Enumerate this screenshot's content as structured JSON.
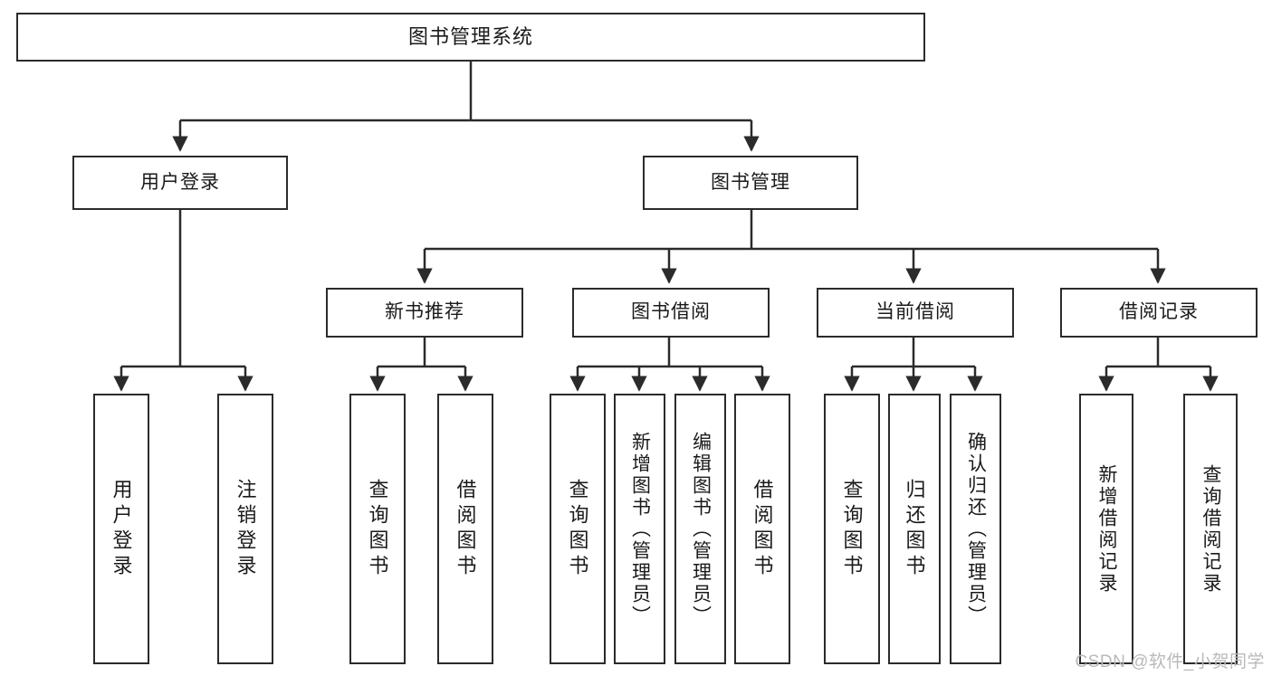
{
  "diagram": {
    "type": "tree-hierarchy",
    "title": "图书管理系统",
    "root": {
      "id": "root",
      "label": "图书管理系统",
      "orientation": "horizontal"
    },
    "level2": [
      {
        "id": "user-login",
        "label": "用户登录",
        "orientation": "horizontal"
      },
      {
        "id": "book-manage",
        "label": "图书管理",
        "orientation": "horizontal"
      }
    ],
    "level3": [
      {
        "id": "new-book-recommend",
        "label": "新书推荐",
        "orientation": "horizontal",
        "parent": "book-manage"
      },
      {
        "id": "book-borrow",
        "label": "图书借阅",
        "orientation": "horizontal",
        "parent": "book-manage"
      },
      {
        "id": "current-borrow",
        "label": "当前借阅",
        "orientation": "horizontal",
        "parent": "book-manage"
      },
      {
        "id": "borrow-record",
        "label": "借阅记录",
        "orientation": "horizontal",
        "parent": "book-manage"
      }
    ],
    "leaves": [
      {
        "id": "leaf-user-login",
        "label": "用户登录",
        "orientation": "vertical",
        "parent": "user-login"
      },
      {
        "id": "leaf-user-logout",
        "label": "注销登录",
        "orientation": "vertical",
        "parent": "user-login"
      },
      {
        "id": "leaf-query-book-1",
        "label": "查询图书",
        "orientation": "vertical",
        "parent": "new-book-recommend"
      },
      {
        "id": "leaf-borrow-book-1",
        "label": "借阅图书",
        "orientation": "vertical",
        "parent": "new-book-recommend"
      },
      {
        "id": "leaf-query-book-2",
        "label": "查询图书",
        "orientation": "vertical",
        "parent": "book-borrow"
      },
      {
        "id": "leaf-add-book",
        "label": "新增图书（管理员）",
        "orientation": "vertical",
        "parent": "book-borrow"
      },
      {
        "id": "leaf-edit-book",
        "label": "编辑图书（管理员）",
        "orientation": "vertical",
        "parent": "book-borrow"
      },
      {
        "id": "leaf-borrow-book-2",
        "label": "借阅图书",
        "orientation": "vertical",
        "parent": "book-borrow"
      },
      {
        "id": "leaf-query-book-3",
        "label": "查询图书",
        "orientation": "vertical",
        "parent": "current-borrow"
      },
      {
        "id": "leaf-return-book",
        "label": "归还图书",
        "orientation": "vertical",
        "parent": "current-borrow"
      },
      {
        "id": "leaf-confirm-return",
        "label": "确认归还（管理员）",
        "orientation": "vertical",
        "parent": "current-borrow"
      },
      {
        "id": "leaf-add-record",
        "label": "新增借阅记录",
        "orientation": "vertical",
        "parent": "borrow-record"
      },
      {
        "id": "leaf-query-record",
        "label": "查询借阅记录",
        "orientation": "vertical",
        "parent": "borrow-record"
      }
    ],
    "colors": {
      "stroke": "#2b2b2b",
      "fill": "#ffffff",
      "text": "#1a1a1a",
      "watermark": "#b9b9b9"
    }
  },
  "watermark": {
    "text": "CSDN @软件_小贺同学"
  }
}
